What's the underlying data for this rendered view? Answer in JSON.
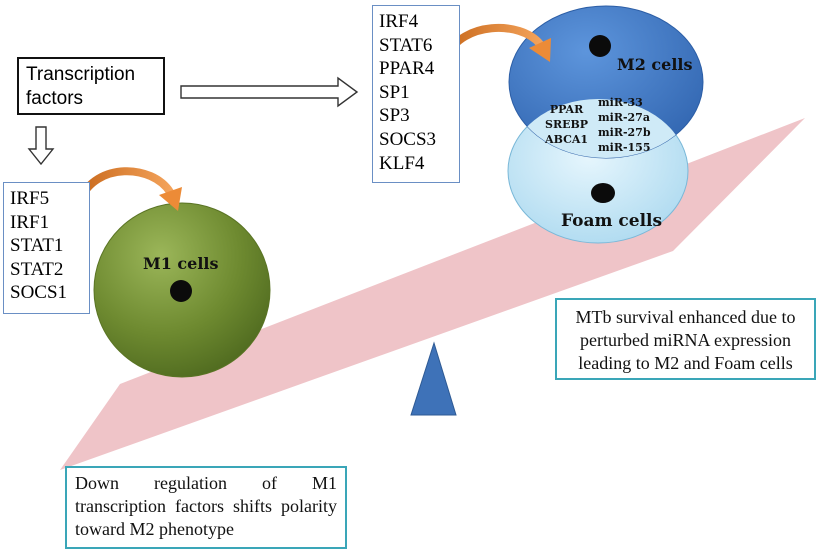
{
  "transcription_box": {
    "text": "Transcription factors"
  },
  "m2_factors": [
    "IRF4",
    "STAT6",
    "PPAR4",
    "SP1",
    "SP3",
    "SOCS3",
    "KLF4"
  ],
  "m1_factors": [
    "IRF5",
    "IRF1",
    "STAT1",
    "STAT2",
    "SOCS1"
  ],
  "cells": {
    "m1": "M1 cells",
    "m2": "M2 cells",
    "foam": "Foam cells"
  },
  "overlap_molecules": [
    "PPAR",
    "SREBP",
    "ABCA1"
  ],
  "overlap_mirnas": [
    "miR-33",
    "miR-27a",
    "miR-27b",
    "miR-155"
  ],
  "notes": {
    "left": "Down regulation of M1 transcription factors shifts polarity toward M2 phenotype",
    "right": "MTb survival enhanced due to perturbed miRNA expression leading to M2 and Foam cells"
  },
  "colors": {
    "m1_cell": "#6e8a30",
    "m2_cell": "#3d77c7",
    "foam_cell": "#bfe3f4",
    "lever": "#efc4c8",
    "fulcrum": "#3e72b8",
    "curved_arrow": "#ec8b37",
    "note_border": "#3aa6b8",
    "list_border": "#6a8fc4"
  },
  "icons": [
    "hollow-arrow-right",
    "hollow-arrow-down",
    "curved-arrow",
    "fulcrum-triangle",
    "nucleus"
  ]
}
